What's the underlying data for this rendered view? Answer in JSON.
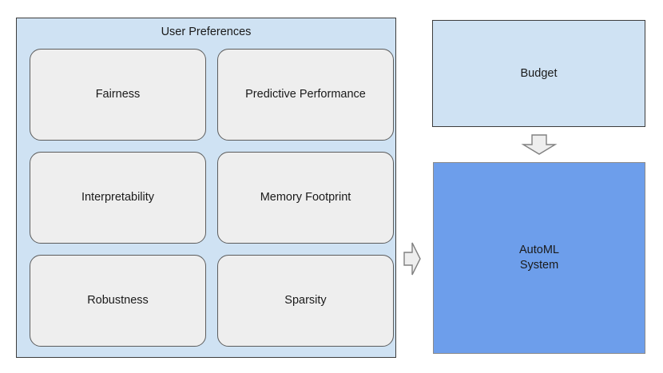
{
  "diagram": {
    "preferences_panel": {
      "title": "User Preferences",
      "cards": [
        {
          "label": "Fairness"
        },
        {
          "label": "Predictive Performance"
        },
        {
          "label": "Interpretability"
        },
        {
          "label": "Memory Footprint"
        },
        {
          "label": "Robustness"
        },
        {
          "label": "Sparsity"
        }
      ]
    },
    "budget_box": {
      "label": "Budget"
    },
    "automl_box": {
      "label": "AutoML\nSystem"
    },
    "arrows": {
      "budget_to_automl": "arrow-down-icon",
      "preferences_to_automl": "arrow-right-icon"
    },
    "colors": {
      "panel_fill": "#cfe2f3",
      "card_fill": "#eeeeee",
      "automl_fill": "#6d9eeb",
      "panel_border": "#3d3d3d",
      "card_border": "#5c5c5c",
      "arrow_fill": "#eeeeee",
      "arrow_stroke": "#808080",
      "text": "#1a1a1a"
    }
  }
}
